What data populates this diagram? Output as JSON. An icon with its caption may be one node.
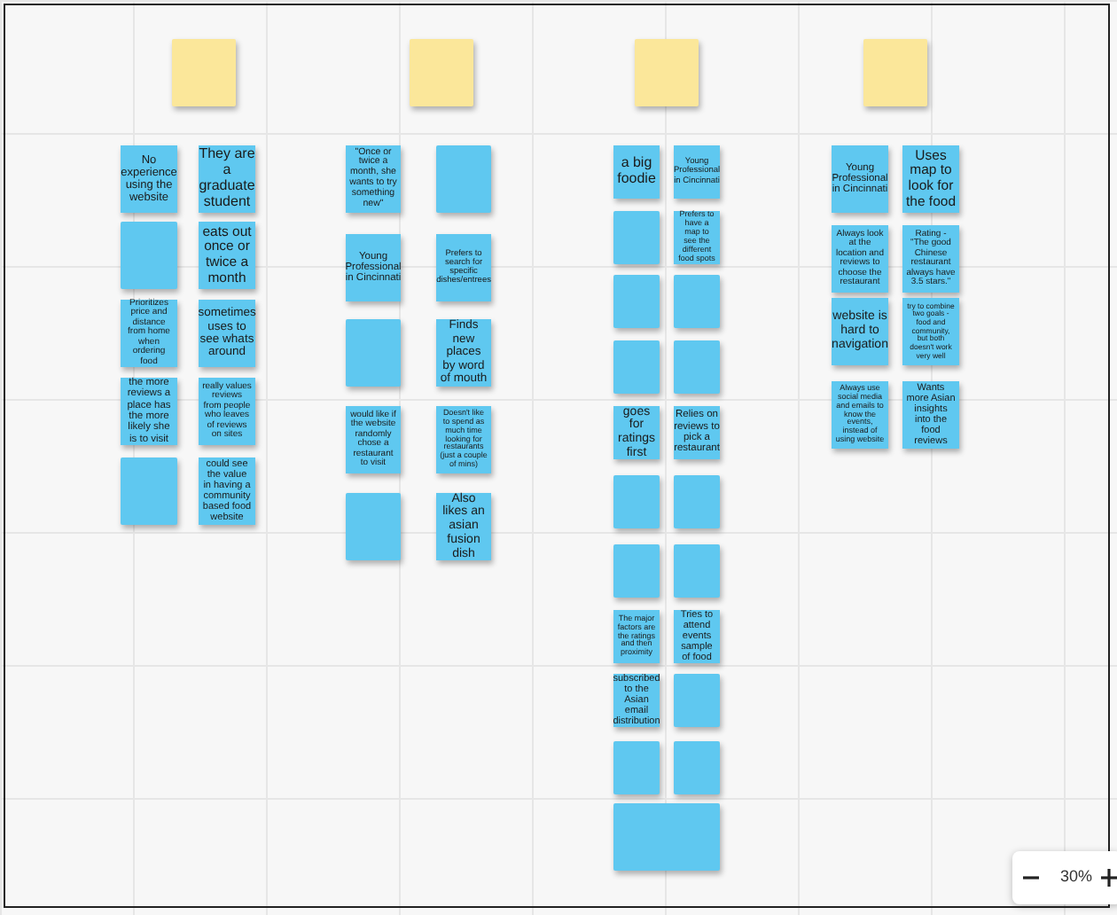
{
  "diagram": {
    "nodes": [
      {
        "text": [],
        "shape": "box"
      },
      {
        "text": [
          "No experience using the website"
        ]
      },
      {
        "text": [
          "They are a graduate student"
        ]
      },
      {
        "text": [],
        "shape": "box"
      },
      {
        "text": [
          "eats out once or twice a month"
        ]
      },
      {
        "text": [
          "Prioritizes price and distance from home when ordering food"
        ]
      },
      {
        "text": [
          "sometimes uses to see whats around"
        ]
      },
      {
        "text": [
          "the more reviews a place has the more likely she is to visit"
        ]
      },
      {
        "text": [
          "really values reviews from people who leaves of reviews on sites"
        ]
      },
      {
        "text": [],
        "shape": "box"
      },
      {
        "text": [
          "could see the value in having a community based food website"
        ]
      },
      {
        "text": [],
        "shape": "box"
      },
      {
        "text": [
          "\"Once or twice a month, she wants to try something new\""
        ]
      },
      {
        "text": [],
        "shape": "box"
      },
      {
        "text": [
          "Young Professional in Cincinnati"
        ]
      },
      {
        "text": [
          "Prefers to search for specific dishes/entrees"
        ]
      },
      {
        "text": [],
        "shape": "box"
      },
      {
        "text": [
          "Finds new places by word of mouth"
        ]
      },
      {
        "text": [
          "would like if the website randomly chose a restaurant to visit"
        ]
      },
      {
        "text": [
          "Doesn't like to spend as much time looking for restaurants (just a couple of mins)"
        ]
      },
      {
        "text": [],
        "shape": "box"
      },
      {
        "text": [
          "Also likes an asian fusion dish"
        ]
      },
      {
        "text": [],
        "shape": "box"
      },
      {
        "text": [
          "a big foodie"
        ]
      },
      {
        "text": [
          "Young Professional in Cincinnati"
        ]
      },
      {
        "text": [],
        "shape": "box"
      },
      {
        "text": [
          "Prefers to have a map to see the different food spots"
        ]
      },
      {
        "text": [],
        "shape": "box"
      },
      {
        "text": [],
        "shape": "box"
      },
      {
        "text": [],
        "shape": "box"
      },
      {
        "text": [],
        "shape": "box"
      },
      {
        "text": [
          "goes for ratings first"
        ]
      },
      {
        "text": [
          "Relies on reviews to pick a restaurant"
        ]
      },
      {
        "text": [],
        "shape": "box"
      },
      {
        "text": [],
        "shape": "box"
      },
      {
        "text": [],
        "shape": "box"
      },
      {
        "text": [],
        "shape": "box"
      },
      {
        "text": [
          "The major factors are the ratings and then proximity"
        ]
      },
      {
        "text": [
          "Tries to attend events sample of food"
        ]
      },
      {
        "text": [
          "subscribed to the Asian email distribution"
        ]
      },
      {
        "text": [],
        "shape": "box"
      },
      {
        "text": [],
        "shape": "box"
      },
      {
        "text": [],
        "shape": "box"
      },
      {
        "text": [],
        "shape": "box"
      },
      {
        "text": [],
        "shape": "box"
      },
      {
        "text": [
          "Young Professional in Cincinnati"
        ]
      },
      {
        "text": [
          "Uses map to look for the food"
        ]
      },
      {
        "text": [
          "Always look at the location and reviews to choose the restaurant"
        ]
      },
      {
        "text": [
          "Rating - \"The good Chinese restaurant always have 3.5 stars.\""
        ]
      },
      {
        "text": [
          "website is hard to navigation"
        ]
      },
      {
        "text": [
          "try to combine two goals - food and community, but both doesn't work very well"
        ]
      },
      {
        "text": [
          "Always use social media and emails to know the events, instead of using website"
        ]
      },
      {
        "text": [
          "Wants more Asian insights into the food reviews"
        ]
      }
    ],
    "edges": [],
    "labels": [
      "30%"
    ]
  }
}
